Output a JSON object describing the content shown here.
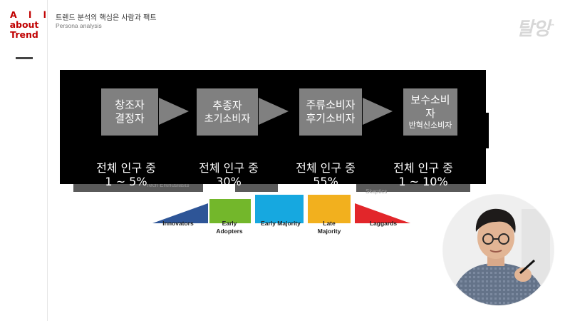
{
  "brand": {
    "line1": "A l l",
    "line2": "about",
    "line3": "Trend"
  },
  "header": {
    "title": "트렌드 분석의 핵심은 사람과 팩트",
    "subtitle": "Persona analysis"
  },
  "logo": {
    "text": "탈잉",
    "tm": "™"
  },
  "flow": [
    {
      "line1": "창조자",
      "line2": "결정자",
      "sub": ""
    },
    {
      "line1": "추종자",
      "line2": "초기소비자",
      "sub": ""
    },
    {
      "line1": "주류소비자",
      "line2": "후기소비자",
      "sub": ""
    },
    {
      "line1": "보수소비",
      "line2": "자",
      "sub": "반혁신소비자"
    }
  ],
  "stats": [
    {
      "label": "전체 인구 중",
      "value": "1 ~ 5%"
    },
    {
      "label": "전체 인구 중",
      "value": "30%"
    },
    {
      "label": "전체 인구 중",
      "value": "55%"
    },
    {
      "label": "전체 인구 중",
      "value": "1 ~ 10%"
    }
  ],
  "curve": {
    "segments": [
      {
        "name": "Innovators",
        "color": "#2e5597"
      },
      {
        "name": "Early\nAdopters",
        "color": "#73b72b"
      },
      {
        "name": "Early Majority",
        "color": "#16a8e0"
      },
      {
        "name": "Late\nMajority",
        "color": "#f2b01e"
      },
      {
        "name": "Laggards",
        "color": "#e2262a"
      }
    ],
    "under_labels": [
      "Tech Enthusiasts",
      "Skeptics"
    ]
  }
}
